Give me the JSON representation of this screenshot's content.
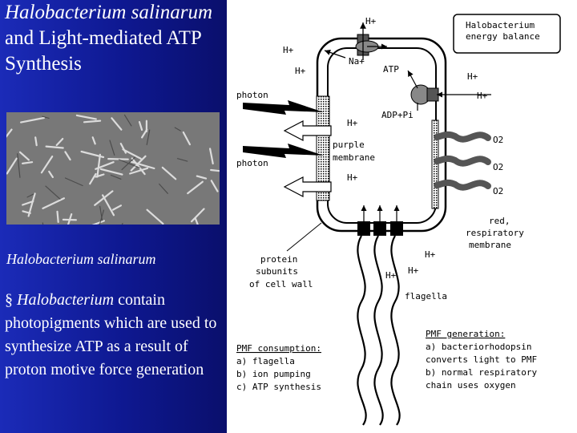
{
  "slide": {
    "title_it1": "Halobacterium",
    "title_it2": "salinarum",
    "title_rest": " and Light-mediated ATP Synthesis",
    "photo_caption": "Halobacterium salinarum",
    "bullet_marker": "§",
    "bullet_it": "Halobacterium",
    "bullet_rest": " contain photopigments which are used to synthesize ATP as a result of proton motive force generation"
  },
  "diagram": {
    "box_title_1": "Halobacterium",
    "box_title_2": "energy balance",
    "h_plus": "H+",
    "na_plus": "Na+",
    "atp": "ATP",
    "adp": "ADP+Pi",
    "photon": "photon",
    "purple_membrane_1": "purple",
    "purple_membrane_2": "membrane",
    "o2": "O2",
    "red_membrane_1": "red,",
    "red_membrane_2": "respiratory",
    "red_membrane_3": "membrane",
    "protein_1": "protein",
    "protein_2": "subunits",
    "protein_3": "of cell wall",
    "flagella": "flagella",
    "pmf_consumption_title": "PMF consumption:",
    "pmf_consumption_a": "a) flagella",
    "pmf_consumption_b": "b) ion pumping",
    "pmf_consumption_c": "c) ATP synthesis",
    "pmf_generation_title": "PMF generation:",
    "pmf_generation_a1": "a) bacteriorhodopsin",
    "pmf_generation_a2": "converts light to PMF",
    "pmf_generation_b1": "b) normal respiratory",
    "pmf_generation_b2": "chain uses oxygen"
  }
}
